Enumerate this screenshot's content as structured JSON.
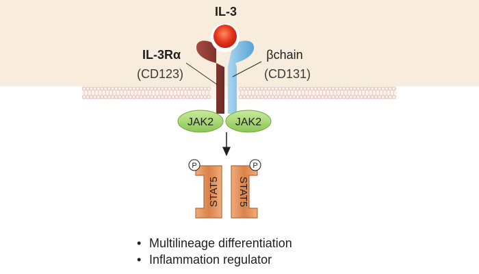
{
  "ligand": {
    "label": "IL-3"
  },
  "receptor_alpha": {
    "name": "IL-3Rα",
    "alias": "(CD123)"
  },
  "receptor_beta": {
    "name": "βchain",
    "alias": "(CD131)"
  },
  "kinases": {
    "left": "JAK2",
    "right": "JAK2"
  },
  "stat": {
    "left": "STAT5",
    "right": "STAT5",
    "phospho_left": "P",
    "phospho_right": "P"
  },
  "outcomes": [
    "Multilineage differentiation",
    "Inflammation regulator"
  ],
  "colors": {
    "background": "#f8ecdd",
    "membrane": "#e3b8ae",
    "alpha_chain": "#8a3b33",
    "beta_chain": "#6bb0da",
    "ligand": "#e2361f",
    "jak": "#9fd36b",
    "stat": "#e3935a"
  }
}
